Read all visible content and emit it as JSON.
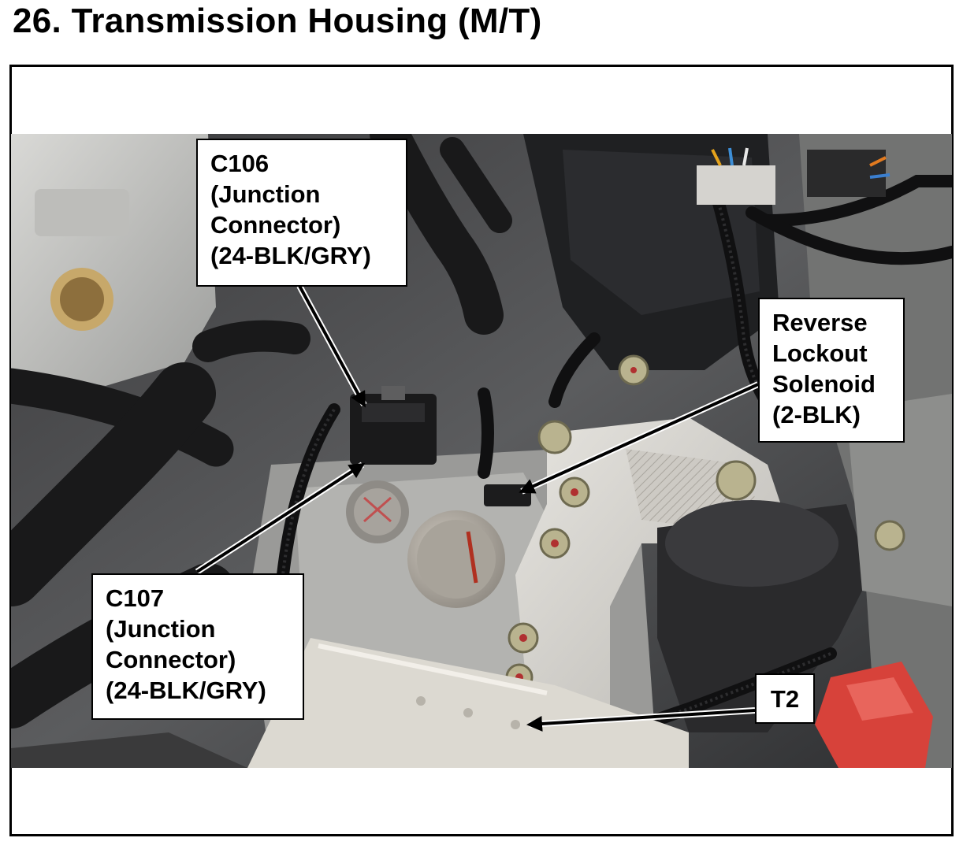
{
  "header": {
    "title": "26.  Transmission Housing (M/T)"
  },
  "callouts": {
    "c106": {
      "lines": [
        "C106",
        "(Junction",
        "Connector)",
        "(24-BLK/GRY)"
      ]
    },
    "c107": {
      "lines": [
        "C107",
        "(Junction",
        "Connector)",
        "(24-BLK/GRY)"
      ]
    },
    "reverse_lockout": {
      "lines": [
        "Reverse",
        "Lockout",
        "Solenoid",
        "(2-BLK)"
      ]
    },
    "t2": {
      "lines": [
        "T2"
      ]
    }
  }
}
